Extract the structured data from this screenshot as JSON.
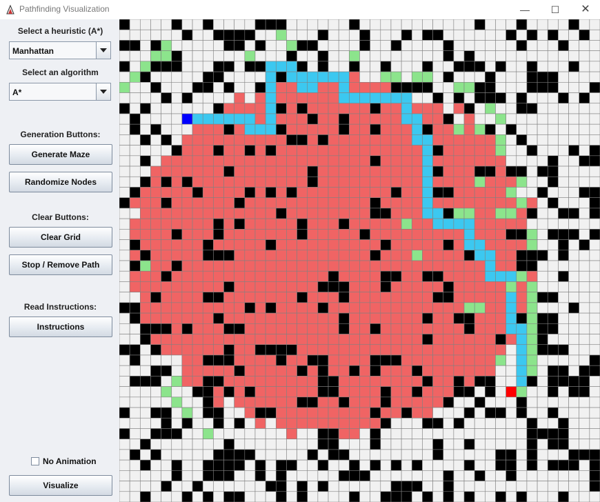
{
  "window": {
    "title": "Pathfinding Visualization",
    "minimize_glyph": "—",
    "maximize_glyph": "☐",
    "close_glyph": "✕"
  },
  "sidebar": {
    "heuristic_label": "Select a heuristic (A*)",
    "heuristic_value": "Manhattan",
    "algorithm_label": "Select an algorithm",
    "algorithm_value": "A*",
    "generation_label": "Generation Buttons:",
    "generate_maze": "Generate Maze",
    "randomize_nodes": "Randomize Nodes",
    "clear_label": "Clear Buttons:",
    "clear_grid": "Clear Grid",
    "stop_remove_path": "Stop / Remove Path",
    "instructions_label": "Read Instructions:",
    "instructions": "Instructions",
    "no_animation": "No Animation",
    "no_animation_checked": false,
    "visualize": "Visualize"
  },
  "grid": {
    "columns": 46,
    "rows": 46,
    "legend": {
      "empty": "#f1f1f1",
      "wall": "#000000",
      "visited": "#f06464",
      "frontier": "#8ce48c",
      "path": "#3cc8f0",
      "start": "#0000ff",
      "end": "#ff0000",
      "grid_line": "#808080"
    },
    "start_node": {
      "col": 6,
      "row": 9
    },
    "end_node": {
      "col": 37,
      "row": 35
    },
    "path_nodes": [
      [
        7,
        9
      ],
      [
        8,
        9
      ],
      [
        9,
        9
      ],
      [
        10,
        9
      ],
      [
        11,
        9
      ],
      [
        12,
        9
      ],
      [
        12,
        10
      ],
      [
        13,
        10
      ],
      [
        14,
        10
      ],
      [
        14,
        9
      ],
      [
        14,
        8
      ],
      [
        14,
        7
      ],
      [
        14,
        6
      ],
      [
        14,
        5
      ],
      [
        14,
        4
      ],
      [
        15,
        4
      ],
      [
        16,
        4
      ],
      [
        16,
        5
      ],
      [
        17,
        5
      ],
      [
        17,
        6
      ],
      [
        18,
        6
      ],
      [
        18,
        5
      ],
      [
        19,
        5
      ],
      [
        20,
        5
      ],
      [
        21,
        5
      ],
      [
        21,
        6
      ],
      [
        21,
        7
      ],
      [
        22,
        7
      ],
      [
        23,
        7
      ],
      [
        24,
        7
      ],
      [
        25,
        7
      ],
      [
        26,
        7
      ],
      [
        27,
        7
      ],
      [
        27,
        8
      ],
      [
        27,
        9
      ],
      [
        28,
        9
      ],
      [
        28,
        10
      ],
      [
        28,
        11
      ],
      [
        29,
        11
      ],
      [
        29,
        12
      ],
      [
        29,
        13
      ],
      [
        29,
        14
      ],
      [
        29,
        15
      ],
      [
        29,
        16
      ],
      [
        29,
        17
      ],
      [
        29,
        18
      ],
      [
        30,
        18
      ],
      [
        30,
        19
      ],
      [
        31,
        19
      ],
      [
        32,
        19
      ],
      [
        33,
        19
      ],
      [
        33,
        20
      ],
      [
        33,
        21
      ],
      [
        34,
        21
      ],
      [
        34,
        22
      ],
      [
        35,
        22
      ],
      [
        35,
        23
      ],
      [
        35,
        24
      ],
      [
        36,
        24
      ],
      [
        37,
        24
      ],
      [
        37,
        25
      ],
      [
        37,
        26
      ],
      [
        37,
        27
      ],
      [
        37,
        28
      ],
      [
        37,
        29
      ],
      [
        38,
        29
      ],
      [
        38,
        30
      ],
      [
        38,
        31
      ],
      [
        38,
        32
      ],
      [
        38,
        33
      ],
      [
        38,
        34
      ]
    ],
    "frontier_nodes": [
      [
        15,
        1
      ],
      [
        4,
        2
      ],
      [
        4,
        3
      ],
      [
        3,
        3
      ],
      [
        12,
        3
      ],
      [
        22,
        3
      ],
      [
        16,
        2
      ],
      [
        2,
        4
      ],
      [
        1,
        5
      ],
      [
        25,
        5
      ],
      [
        26,
        5
      ],
      [
        28,
        5
      ],
      [
        29,
        5
      ],
      [
        0,
        6
      ],
      [
        32,
        6
      ],
      [
        33,
        6
      ],
      [
        35,
        8
      ],
      [
        36,
        9
      ],
      [
        32,
        10
      ],
      [
        34,
        10
      ],
      [
        36,
        11
      ],
      [
        36,
        12
      ],
      [
        34,
        15
      ],
      [
        38,
        15
      ],
      [
        37,
        16
      ],
      [
        38,
        17
      ],
      [
        37,
        18
      ],
      [
        32,
        18
      ],
      [
        33,
        18
      ],
      [
        36,
        18
      ],
      [
        27,
        19
      ],
      [
        39,
        20
      ],
      [
        39,
        21
      ],
      [
        28,
        22
      ],
      [
        2,
        23
      ],
      [
        38,
        24
      ],
      [
        37,
        25
      ],
      [
        39,
        25
      ],
      [
        39,
        26
      ],
      [
        33,
        27
      ],
      [
        34,
        27
      ],
      [
        39,
        27
      ],
      [
        39,
        28
      ],
      [
        39,
        29
      ],
      [
        39,
        30
      ],
      [
        36,
        32
      ],
      [
        39,
        31
      ],
      [
        39,
        32
      ],
      [
        39,
        33
      ],
      [
        38,
        35
      ],
      [
        5,
        34
      ],
      [
        4,
        35
      ],
      [
        5,
        36
      ],
      [
        6,
        37
      ],
      [
        8,
        39
      ]
    ],
    "seed": 2024
  }
}
